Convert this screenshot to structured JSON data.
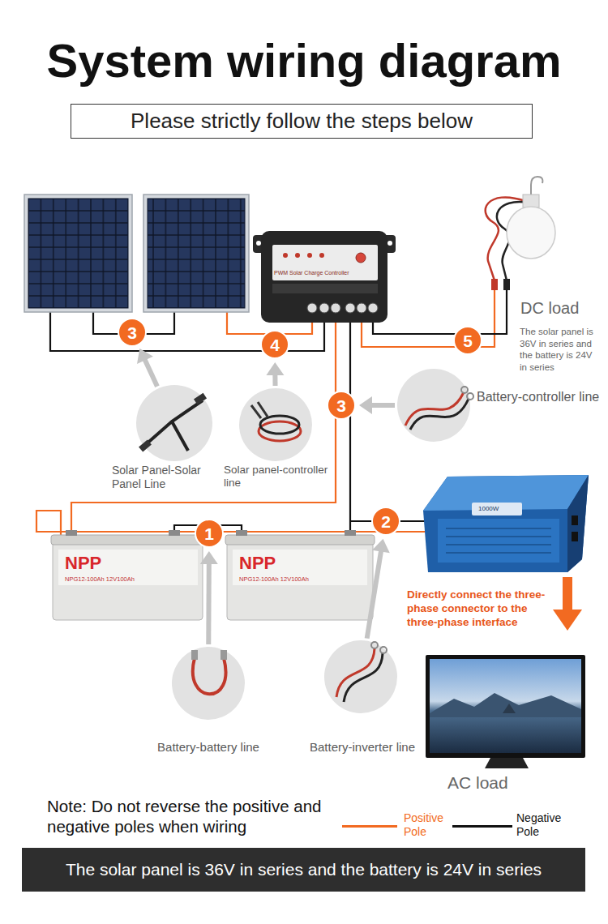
{
  "diagram": {
    "title": "System wiring diagram",
    "nodes": [
      {
        "text": [
          "Please strictly follow the steps below"
        ]
      },
      {
        "text": [
          "3"
        ]
      },
      {
        "text": [
          "4"
        ]
      },
      {
        "text": [
          "5"
        ]
      },
      {
        "text": [
          "Solar Panel-Solar Panel Line"
        ]
      },
      {
        "text": [
          "Solar panel-controller line"
        ]
      },
      {
        "text": [
          "3"
        ]
      },
      {
        "text": [
          "Battery-controller line"
        ]
      },
      {
        "text": [
          "1"
        ]
      },
      {
        "text": [
          "2"
        ]
      },
      {
        "text": [
          "Battery-battery line"
        ]
      },
      {
        "text": [
          "Battery-inverter line"
        ]
      },
      {
        "text": [
          "The solar panel is 36V in series and the battery is 24V in series"
        ]
      }
    ],
    "edges": [
      {
        "from": 4,
        "to": 1,
        "arrow": "to"
      },
      {
        "from": 5,
        "to": 2,
        "arrow": "to"
      },
      {
        "from": 7,
        "to": 6,
        "arrow": "to"
      },
      {
        "from": 10,
        "to": 8,
        "arrow": "to"
      },
      {
        "from": 11,
        "to": 9,
        "arrow": "to"
      }
    ],
    "labels": [
      "PWM Solar Charge Controller",
      "DC load",
      "The solar panel is 36V in series and the battery is 24V in series",
      "NPP",
      "NPG12-100Ah 12V100Ah",
      "NPP",
      "NPG12-100Ah 12V100Ah",
      "Directly connect the three-phase connector to the three-phase interface",
      "AC load",
      "Note: Do not reverse the positive and negative poles when wiring",
      "1000W"
    ],
    "legend": [
      {
        "text": "Positive Pole"
      },
      {
        "text": "Negative Pole"
      }
    ]
  }
}
